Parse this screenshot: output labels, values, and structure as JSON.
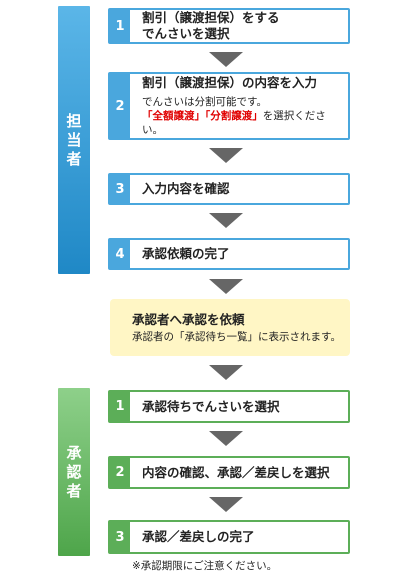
{
  "lanes": {
    "operator": "担当者",
    "approver": "承認者"
  },
  "operator_steps": [
    {
      "number": "1",
      "title": "割引（譲渡担保）をする\nでんさいを選択"
    },
    {
      "number": "2",
      "title": "割引（譲渡担保）の内容を入力",
      "desc_prefix": "でんさいは分割可能です。",
      "desc_highlight": "「全額譲渡」「分割譲渡」",
      "desc_suffix": "を選択ください。"
    },
    {
      "number": "3",
      "title": "入力内容を確認"
    },
    {
      "number": "4",
      "title": "承認依頼の完了"
    }
  ],
  "notice": {
    "title": "承認者へ承認を依頼",
    "desc": "承認者の「承認待ち一覧」に表示されます。"
  },
  "approver_steps": [
    {
      "number": "1",
      "title": "承認待ちでんさいを選択"
    },
    {
      "number": "2",
      "title": "内容の確認、承認／差戻しを選択"
    },
    {
      "number": "3",
      "title": "承認／差戻しの完了"
    }
  ],
  "footnote": "※承認期限にご注意ください。",
  "colors": {
    "operator_accent": "#4aa7dd",
    "approver_accent": "#5cae58",
    "notice_bg": "#fff6c5",
    "highlight": "#e00000",
    "arrow": "#666666"
  }
}
